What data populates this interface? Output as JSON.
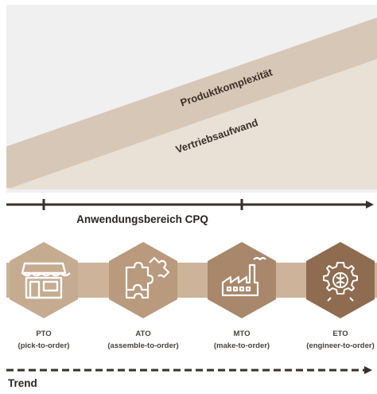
{
  "colors": {
    "background_panel": "#f1f0f0",
    "wedge_dark": "#d7c7b6",
    "wedge_light": "#e9e0d6",
    "axis_line": "#3a302a",
    "hex_1": "#c5ab90",
    "hex_2": "#b99a7c",
    "hex_3": "#a8876a",
    "hex_4": "#8f6c4f",
    "connector": "#ccb39a",
    "text_dark": "#3a302a"
  },
  "top": {
    "label_complexity": "Produktkomplexität",
    "label_sales_effort": "Vertriebsaufwand",
    "axis_title": "Anwendungsbereich CPQ"
  },
  "stages": [
    {
      "code": "PTO",
      "desc": "(pick-to-order)",
      "icon": "store-icon"
    },
    {
      "code": "ATO",
      "desc": "(assemble-to-order)",
      "icon": "puzzle-icon"
    },
    {
      "code": "MTO",
      "desc": "(make-to-order)",
      "icon": "factory-icon"
    },
    {
      "code": "ETO",
      "desc": "(engineer-to-order)",
      "icon": "gear-brain-icon"
    }
  ],
  "bottom": {
    "axis_title": "Trend"
  }
}
